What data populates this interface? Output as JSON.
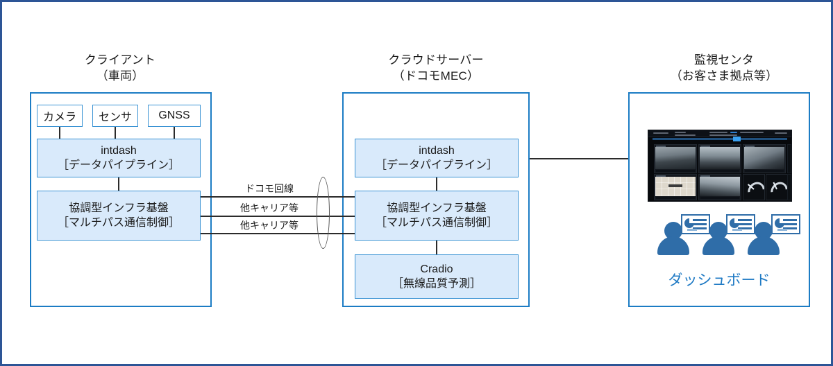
{
  "diagram": {
    "title_columns": [
      {
        "line1": "クライアント",
        "line2": "（車両）"
      },
      {
        "line1": "クラウドサーバー",
        "line2": "（ドコモMEC）"
      },
      {
        "line1": "監視センタ",
        "line2": "（お客さま拠点等）"
      }
    ],
    "client": {
      "sources": [
        {
          "label": "カメラ"
        },
        {
          "label": "センサ"
        },
        {
          "label": "GNSS"
        }
      ],
      "components": [
        {
          "line1": "intdash",
          "line2": "［データパイプライン］"
        },
        {
          "line1": "協調型インフラ基盤",
          "line2": "［マルチパス通信制御］"
        }
      ]
    },
    "cloud": {
      "components": [
        {
          "line1": "intdash",
          "line2": "［データパイプライン］"
        },
        {
          "line1": "協調型インフラ基盤",
          "line2": "［マルチパス通信制御］"
        },
        {
          "line1": "Cradio",
          "line2": "［無線品質予測］"
        }
      ]
    },
    "links": [
      {
        "label": "ドコモ回線"
      },
      {
        "label": "他キャリア等"
      },
      {
        "label": "他キャリア等"
      }
    ],
    "monitoring": {
      "dashboard_label": "ダッシュボード",
      "screenshot_alt": "intdash ダッシュボード（カメラ映像・地図・計器）",
      "people_count": 3
    },
    "colors": {
      "frame": "#2d5596",
      "group_border": "#1c7cc4",
      "component_fill": "#d9eafb",
      "component_border": "#3a93d4",
      "accent_text": "#1f7ac4",
      "person": "#2f6da8",
      "connector": "#2b2b2b"
    }
  }
}
